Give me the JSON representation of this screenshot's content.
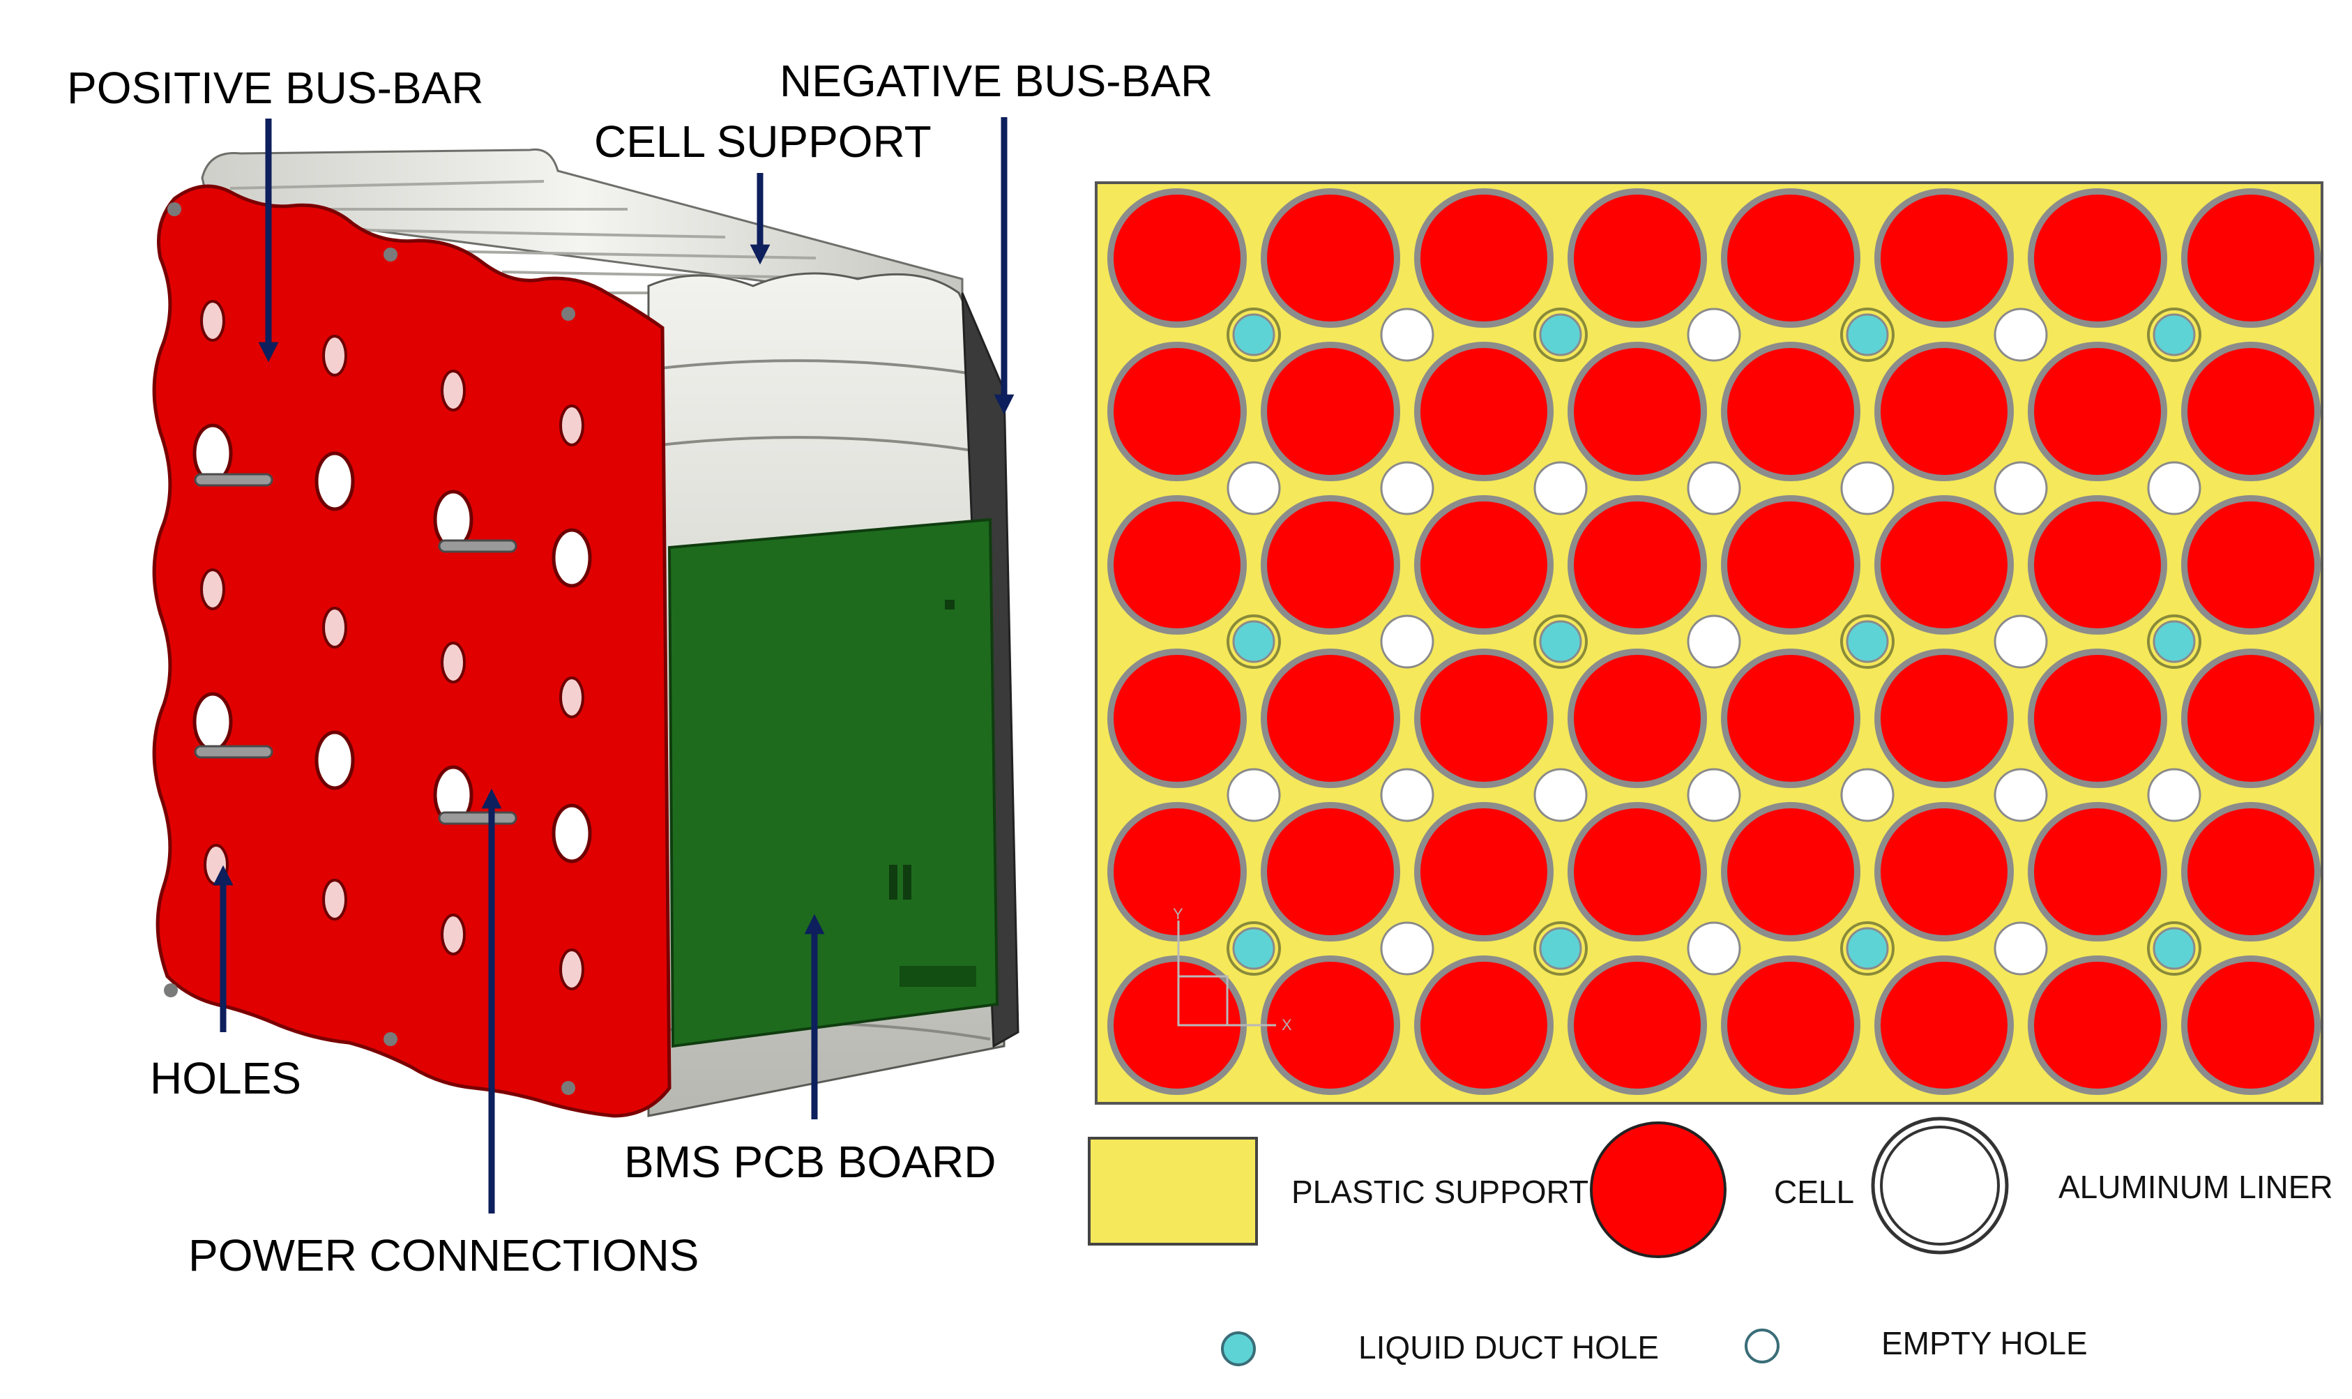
{
  "callouts": {
    "positive_bus_bar": "POSITIVE BUS-BAR",
    "negative_bus_bar": "NEGATIVE BUS-BAR",
    "cell_support": "CELL SUPPORT",
    "holes": "HOLES",
    "bms_pcb_board": "BMS PCB BOARD",
    "power_connections": "POWER CONNECTIONS"
  },
  "cross_section": {
    "columns": 8,
    "rows": 6,
    "axis": {
      "y": "Y",
      "x": "X"
    },
    "hole_pattern": [
      [
        "duct",
        "empty",
        "duct",
        "empty",
        "duct",
        "empty",
        "duct"
      ],
      [
        "empty",
        "empty",
        "empty",
        "empty",
        "empty",
        "empty",
        "empty"
      ],
      [
        "duct",
        "empty",
        "duct",
        "empty",
        "duct",
        "empty",
        "duct"
      ],
      [
        "empty",
        "empty",
        "empty",
        "empty",
        "empty",
        "empty",
        "empty"
      ],
      [
        "duct",
        "empty",
        "duct",
        "empty",
        "duct",
        "empty",
        "duct"
      ]
    ]
  },
  "legend": {
    "plastic_support": "PLASTIC SUPPORT",
    "cell": "CELL",
    "aluminum_liner": "ALUMINUM LINER",
    "liquid_duct_hole": "LIQUID DUCT HOLE",
    "empty_hole": "EMPTY HOLE"
  },
  "colors": {
    "bus_bar_red": "#e00000",
    "cell_red": "#ff0000",
    "plastic_yellow": "#f5e85a",
    "duct_cyan": "#5ed3d6",
    "pcb_green": "#1e6b1e",
    "cell_body_grey": "#d9d9d4",
    "arrow_navy": "#0d1f5c",
    "liner_grey": "#8c8c8c"
  }
}
